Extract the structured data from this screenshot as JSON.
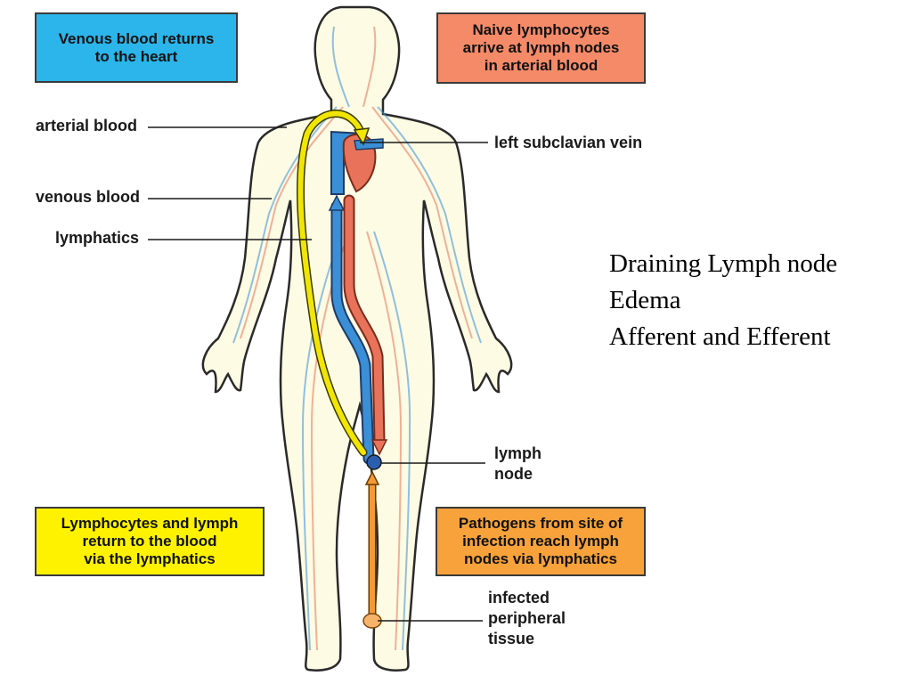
{
  "boxes": {
    "venous": {
      "text": "Venous blood returns\nto the heart",
      "color": "#2bb5ea"
    },
    "naive": {
      "text": "Naive lymphocytes\narrive at lymph nodes\nin arterial blood",
      "color": "#f58a68"
    },
    "lymphocytes": {
      "text": "Lymphocytes and lymph\nreturn to the blood\nvia the lymphatics",
      "color": "#fff200"
    },
    "pathogens": {
      "text": "Pathogens from site of\ninfection reach lymph\nnodes via lymphatics",
      "color": "#f7a23a"
    }
  },
  "labels": {
    "arterial": "arterial blood",
    "venous": "venous blood",
    "lymphatics": "lymphatics",
    "subclavian": "left subclavian vein",
    "lymph_node": "lymph\nnode",
    "infected": "infected\nperipheral\ntissue"
  },
  "notes": [
    "Draining Lymph node",
    "Edema",
    "Afferent and Efferent"
  ],
  "colors": {
    "arterial": "#e8735a",
    "venous": "#3a8fd6",
    "lymph_path": "#f2e600",
    "infection_path": "#f39a35",
    "body_fill": "#fdfbe4",
    "body_outline": "#2a2a2a"
  }
}
